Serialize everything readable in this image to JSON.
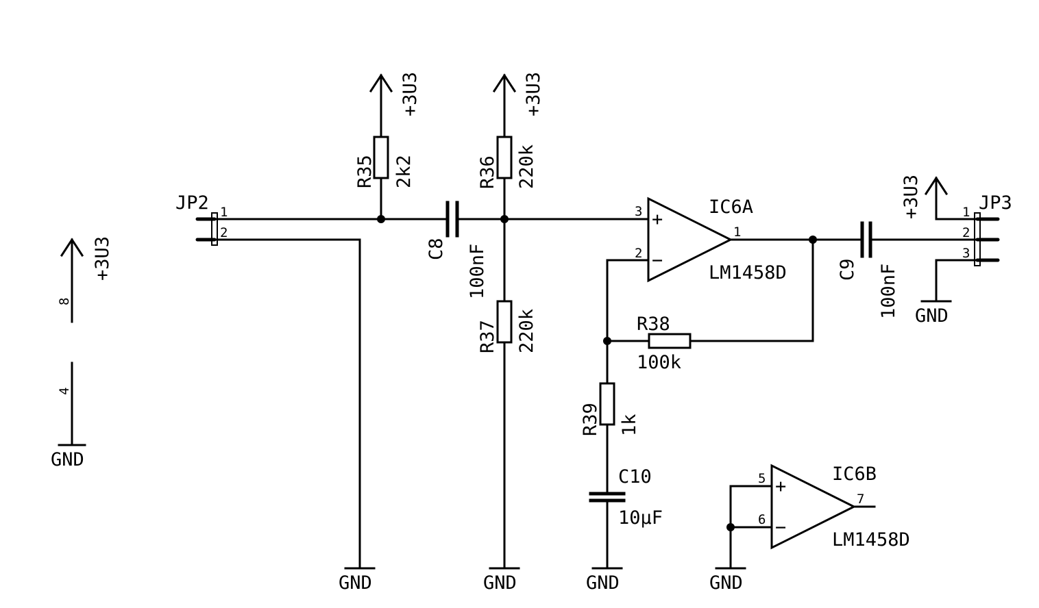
{
  "labels": {
    "supply": "+3U3",
    "ground": "GND",
    "supply_pin": "8",
    "ground_pin": "4"
  },
  "JP2": {
    "name": "JP2",
    "pins": [
      "1",
      "2"
    ]
  },
  "JP3": {
    "name": "JP3",
    "pins": [
      "1",
      "2",
      "3"
    ]
  },
  "R35": {
    "name": "R35",
    "value": "2k2"
  },
  "R36": {
    "name": "R36",
    "value": "220k"
  },
  "R37": {
    "name": "R37",
    "value": "220k"
  },
  "R38": {
    "name": "R38",
    "value": "100k"
  },
  "R39": {
    "name": "R39",
    "value": "1k"
  },
  "C8": {
    "name": "C8",
    "value": "100nF"
  },
  "C9": {
    "name": "C9",
    "value": "100nF"
  },
  "C10": {
    "name": "C10",
    "value": "10µF"
  },
  "IC6A": {
    "name": "IC6A",
    "value": "LM1458D",
    "pin_plus": "3",
    "pin_minus": "2",
    "pin_out": "1",
    "sym_plus": "+",
    "sym_minus": "−"
  },
  "IC6B": {
    "name": "IC6B",
    "value": "LM1458D",
    "pin_plus": "5",
    "pin_minus": "6",
    "pin_out": "7",
    "sym_plus": "+",
    "sym_minus": "−"
  }
}
